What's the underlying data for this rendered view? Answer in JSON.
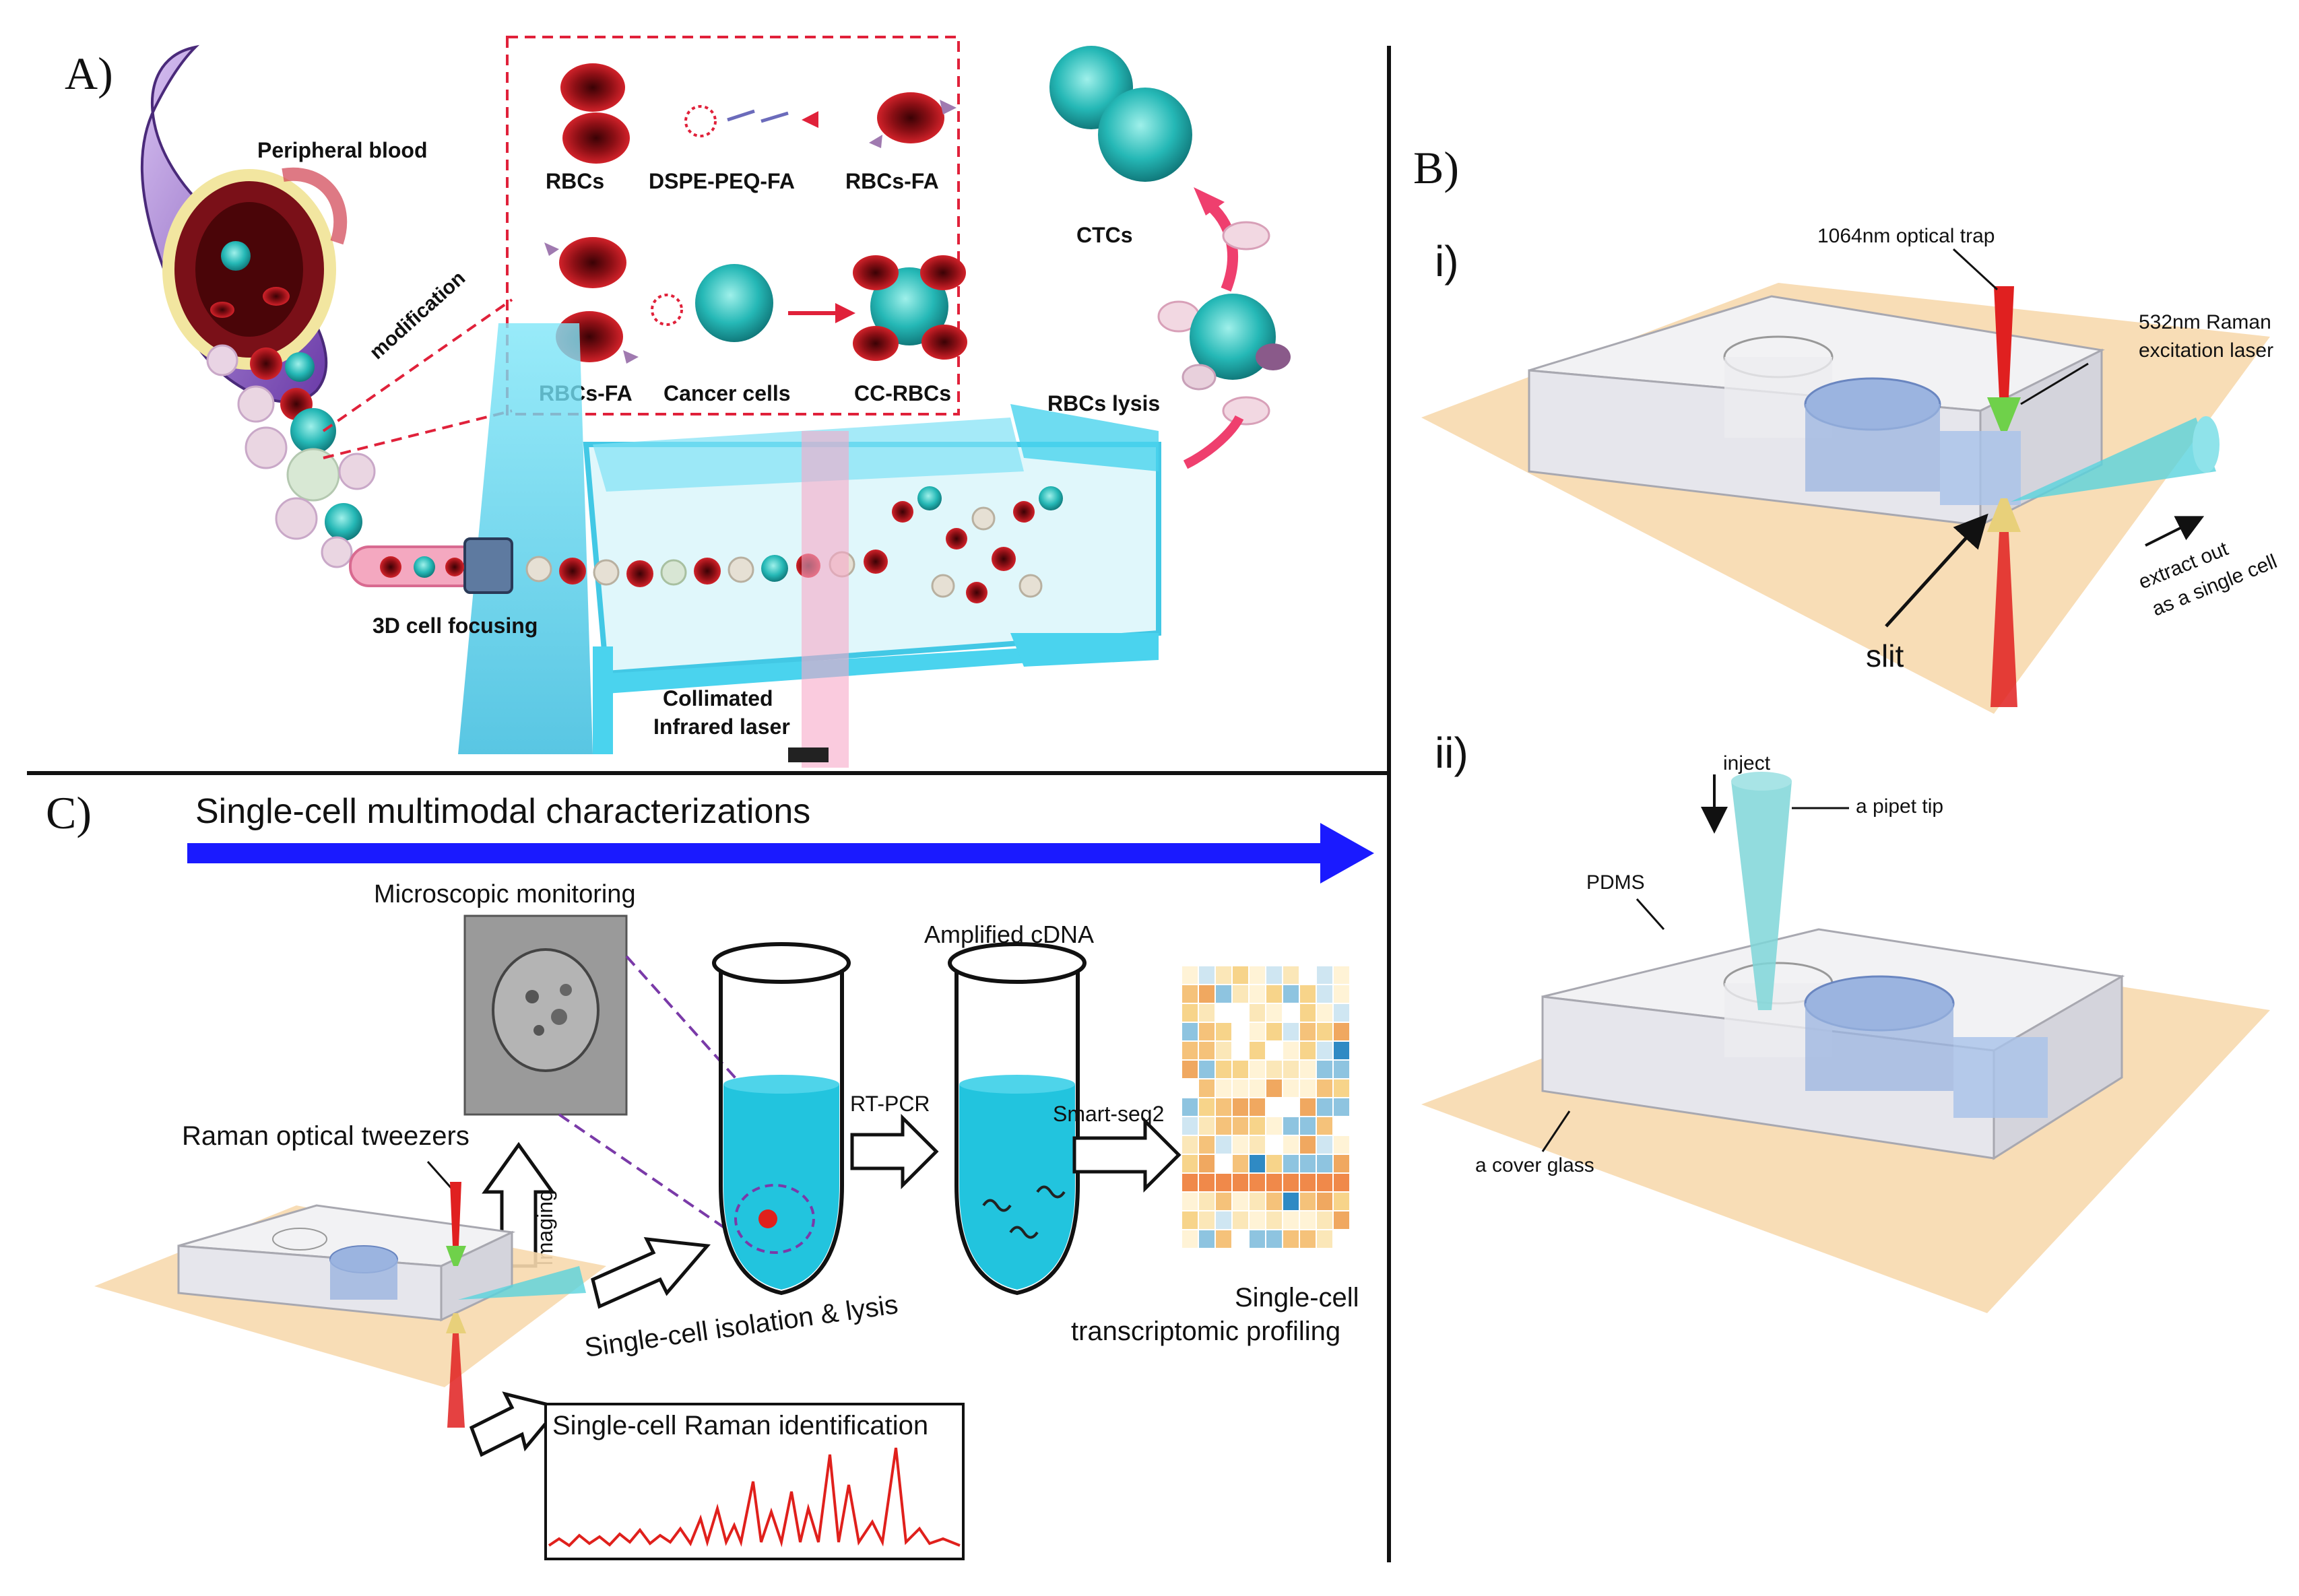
{
  "panel_a": {
    "label": "A)",
    "peripheral_blood": "Peripheral blood",
    "modification": "modification",
    "rbcs": "RBCs",
    "dspe_peq_fa": "DSPE-PEQ-FA",
    "rbcs_fa_top": "RBCs-FA",
    "rbcs_fa_bottom": "RBCs-FA",
    "cancer_cells": "Cancer cells",
    "cc_rbcs": "CC-RBCs",
    "ctcs": "CTCs",
    "rbcs_lysis": "RBCs lysis",
    "cell_focusing": "3D cell focusing",
    "laser_line1": "Collimated",
    "laser_line2": "Infrared laser"
  },
  "panel_b": {
    "label": "B)",
    "sub_i": "i)",
    "sub_ii": "ii)",
    "optical_trap": "1064nm optical trap",
    "raman_line1": "532nm Raman",
    "raman_line2": "excitation laser",
    "extract_line1": "extract out",
    "extract_line2": "as a single cell",
    "slit": "slit",
    "inject": "inject",
    "pipet_tip": "a pipet tip",
    "pdms": "PDMS",
    "cover_glass": "a cover glass"
  },
  "panel_c": {
    "label": "C)",
    "banner": "Single-cell multimodal characterizations",
    "microscopic": "Microscopic monitoring",
    "tweezers": "Raman optical tweezers",
    "imaging": "Imaging",
    "isolation": "Single-cell isolation & lysis",
    "rt_pcr": "RT-PCR",
    "amplified": "Amplified cDNA",
    "smart_seq": "Smart-seq2",
    "profiling_line1": "Single-cell",
    "profiling_line2": "transcriptomic profiling",
    "raman_id": "Single-cell Raman identification"
  },
  "colors": {
    "banner_arrow": "#1a1aff",
    "channel": "#4ad3ee",
    "rbc": "#b0141c",
    "ctc": "#2fc4c0",
    "trap_laser": "#e02020",
    "raman_laser": "#59d3dd",
    "cover_glass": "#f7d9ae",
    "spectrum": "#e0201c",
    "tube_liquid": "#22c4de"
  }
}
